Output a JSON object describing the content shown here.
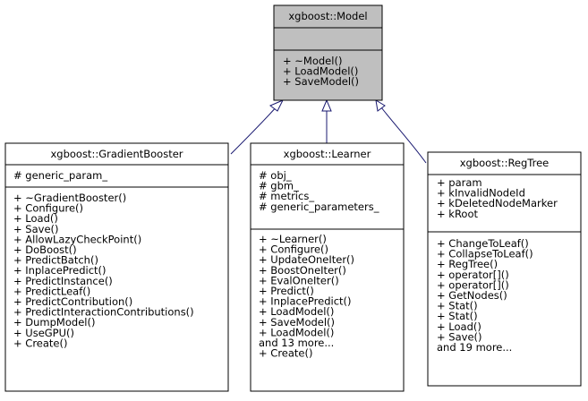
{
  "colors": {
    "base_fill": "#bfbfbf",
    "box_fill": "#ffffff",
    "border": "#000000",
    "arrow": "#191970"
  },
  "classes": {
    "model": {
      "name": "xgboost::Model",
      "attributes": [],
      "methods": [
        "+ ~Model()",
        "+ LoadModel()",
        "+ SaveModel()"
      ]
    },
    "gradient_booster": {
      "name": "xgboost::GradientBooster",
      "attributes": [
        "# generic_param_"
      ],
      "methods": [
        "+ ~GradientBooster()",
        "+ Configure()",
        "+ Load()",
        "+ Save()",
        "+ AllowLazyCheckPoint()",
        "+ DoBoost()",
        "+ PredictBatch()",
        "+ InplacePredict()",
        "+ PredictInstance()",
        "+ PredictLeaf()",
        "+ PredictContribution()",
        "+ PredictInteractionContributions()",
        "+ DumpModel()",
        "+ UseGPU()",
        "+ Create()"
      ]
    },
    "learner": {
      "name": "xgboost::Learner",
      "attributes": [
        "# obj_",
        "# gbm_",
        "# metrics_",
        "# generic_parameters_"
      ],
      "methods": [
        "+ ~Learner()",
        "+ Configure()",
        "+ UpdateOneIter()",
        "+ BoostOneIter()",
        "+ EvalOneIter()",
        "+ Predict()",
        "+ InplacePredict()",
        "+ LoadModel()",
        "+ SaveModel()",
        "+ LoadModel()",
        "and 13 more...",
        "+ Create()"
      ]
    },
    "regtree": {
      "name": "xgboost::RegTree",
      "attributes": [
        "+ param",
        "+ kInvalidNodeId",
        "+ kDeletedNodeMarker",
        "+ kRoot"
      ],
      "methods": [
        "+ ChangeToLeaf()",
        "+ CollapseToLeaf()",
        "+ RegTree()",
        "+ operator[]()",
        "+ operator[]()",
        "+ GetNodes()",
        "+ Stat()",
        "+ Stat()",
        "+ Load()",
        "+ Save()",
        "and 19 more..."
      ]
    }
  }
}
